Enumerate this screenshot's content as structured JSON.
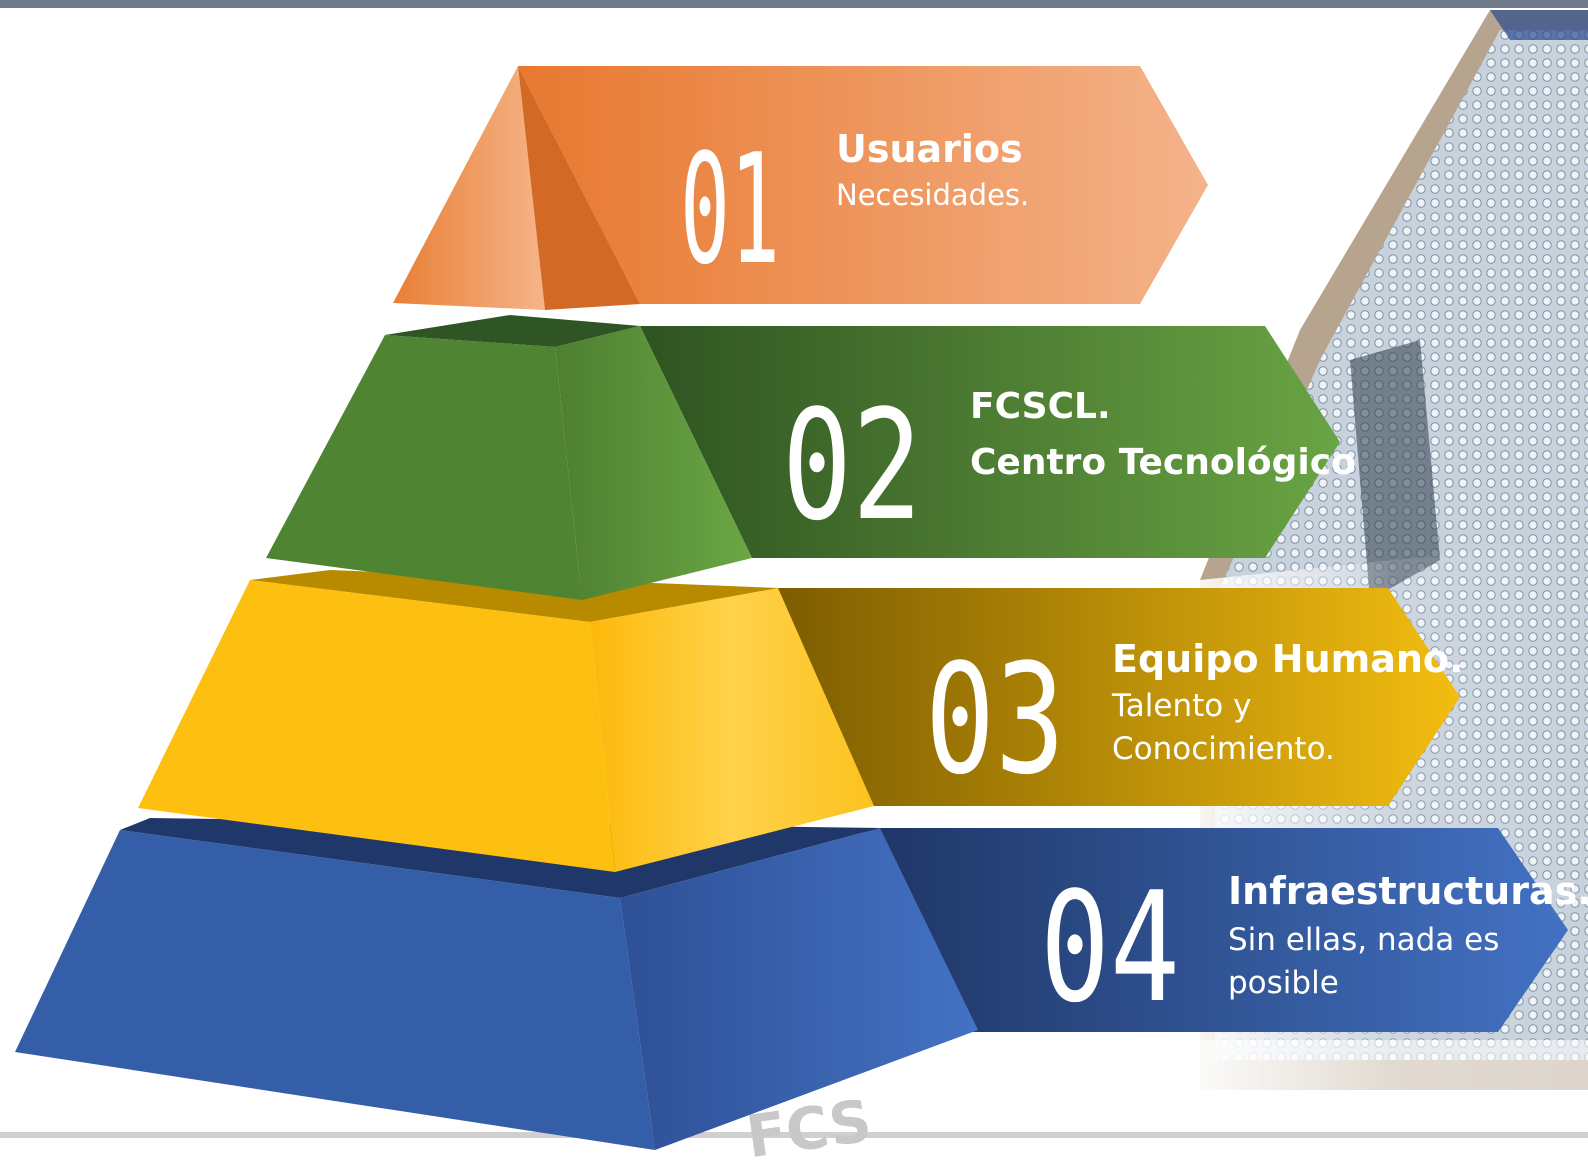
{
  "colors": {
    "level1": "#f0873f",
    "level2": "#5a8f35",
    "level3": "#f7bf16",
    "level4": "#3a64b0",
    "text": "#ffffff"
  },
  "levels": [
    {
      "number": "01",
      "title": "Usuarios",
      "subtitle": [
        "Necesidades."
      ]
    },
    {
      "number": "02",
      "title": [
        "FCSCL.",
        "Centro Tecnológico"
      ],
      "subtitle": []
    },
    {
      "number": "03",
      "title": "Equipo Humano.",
      "subtitle": [
        "Talento y",
        "Conocimiento."
      ]
    },
    {
      "number": "04",
      "title": "Infraestructuras.",
      "subtitle": [
        "Sin ellas, nada es",
        "posible"
      ]
    }
  ],
  "watermark": {
    "text": "FCS"
  },
  "background_image": {
    "icon": "computer-chip-image"
  }
}
